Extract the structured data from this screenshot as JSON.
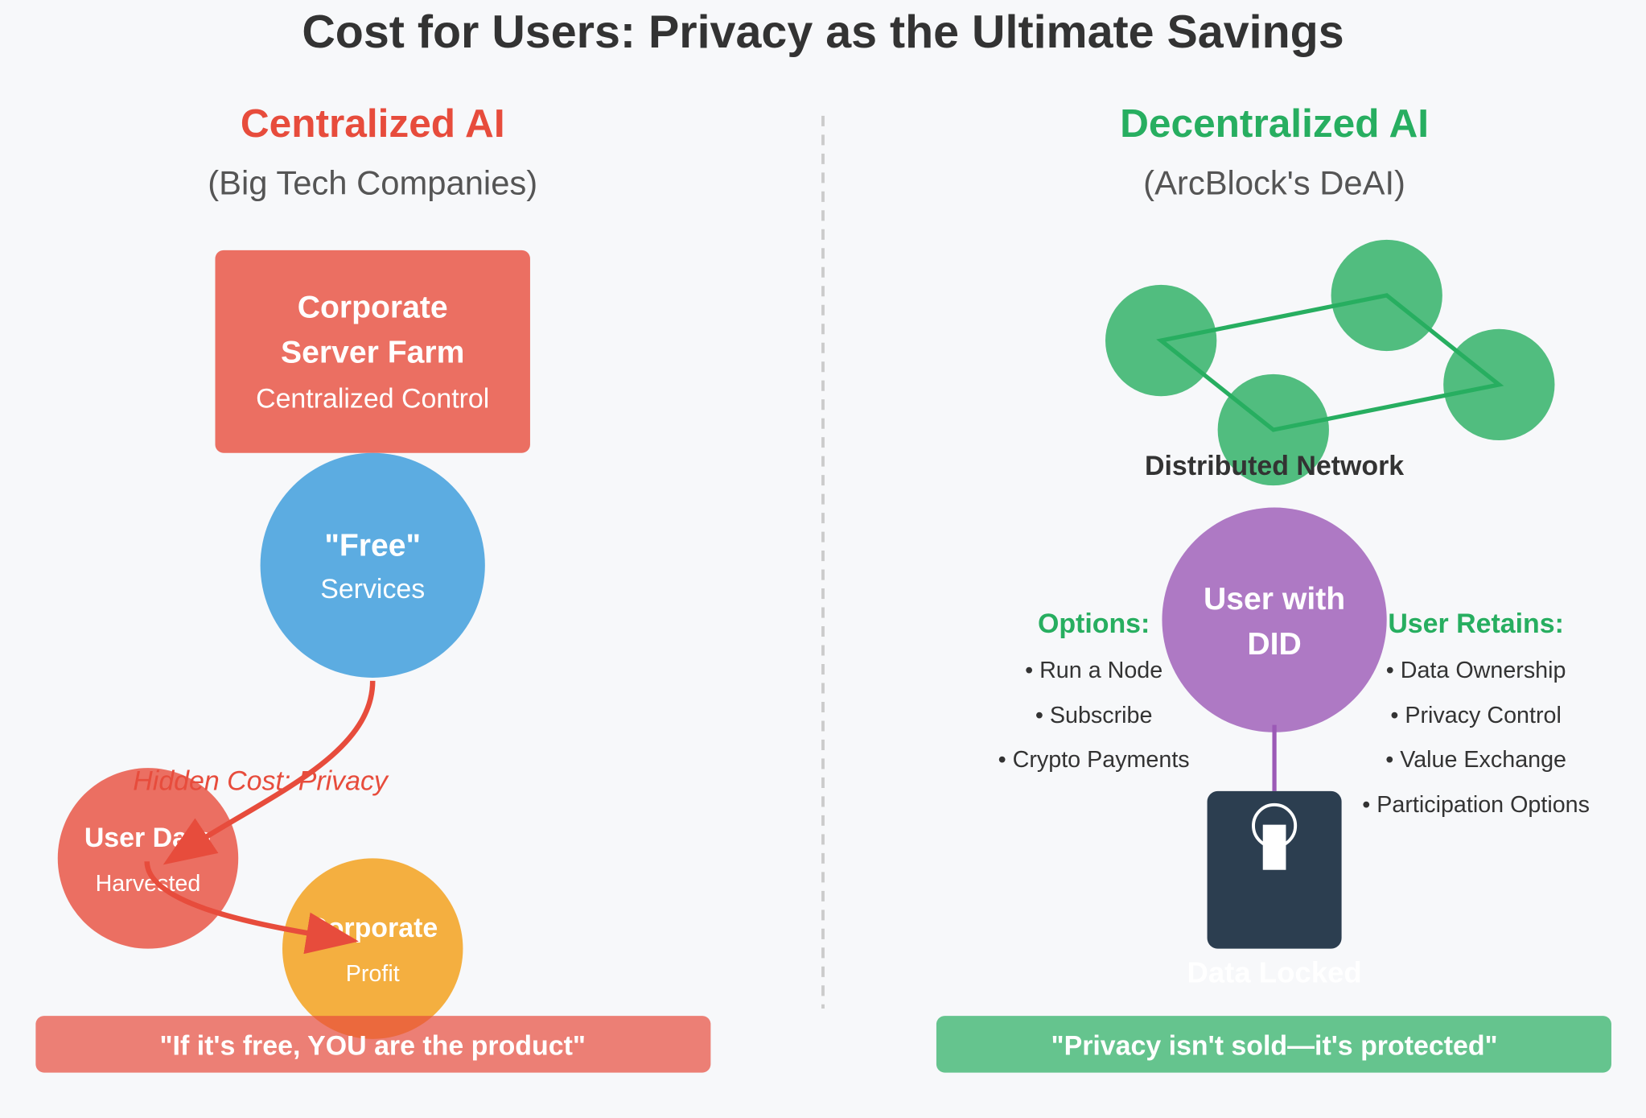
{
  "title": "Cost for Users: Privacy as the Ultimate Savings",
  "left": {
    "heading": "Centralized AI",
    "subheading": "(Big Tech Companies)",
    "server": {
      "line1": "Corporate",
      "line2": "Server Farm",
      "line3": "Centralized Control"
    },
    "free": {
      "line1": "\"Free\"",
      "line2": "Services"
    },
    "hidden_cost": "Hidden Cost: Privacy",
    "user_data": {
      "line1": "User Data",
      "line2": "Harvested"
    },
    "profit": {
      "line1": "Corporate",
      "line2": "Profit"
    },
    "banner": "\"If it's free, YOU are the product\""
  },
  "right": {
    "heading": "Decentralized AI",
    "subheading": "(ArcBlock's DeAI)",
    "network_label": "Distributed Network",
    "user": {
      "line1": "User with",
      "line2": "DID"
    },
    "lock_label": "Data Locked",
    "options": {
      "title": "Options:",
      "items": [
        "• Run a Node",
        "• Subscribe",
        "• Crypto Payments"
      ]
    },
    "retains": {
      "title": "User Retains:",
      "items": [
        "• Data Ownership",
        "• Privacy Control",
        "• Value Exchange",
        "• Participation Options"
      ]
    },
    "banner": "\"Privacy isn't sold—it's protected\""
  },
  "colors": {
    "red": "#e74c3c",
    "green": "#27ae60",
    "blue": "#3498db",
    "orange": "#f39c12",
    "purple": "#9b59b6",
    "dark": "#2c3e50"
  }
}
